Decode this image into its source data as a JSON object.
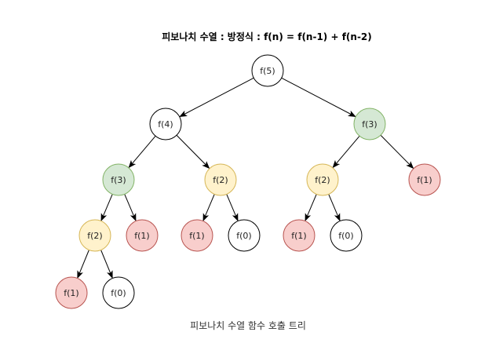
{
  "diagram": {
    "title": "피보나치 수열 :  방정식 : f(n) = f(n-1) + f(n-2)",
    "caption": "피보나치 수열 함수 호출 트리",
    "colors": {
      "white": {
        "fill": "#ffffff",
        "stroke": "#000000"
      },
      "green": {
        "fill": "#d5e8d4",
        "stroke": "#82b366"
      },
      "yellow": {
        "fill": "#fff2cc",
        "stroke": "#d6b656"
      },
      "red": {
        "fill": "#f8cecc",
        "stroke": "#b85450"
      },
      "edge": "#000000"
    },
    "nodes": [
      {
        "id": "n5",
        "label": "f(5)",
        "color": "white"
      },
      {
        "id": "n4",
        "label": "f(4)",
        "color": "white"
      },
      {
        "id": "n3r",
        "label": "f(3)",
        "color": "green"
      },
      {
        "id": "n3l",
        "label": "f(3)",
        "color": "green"
      },
      {
        "id": "n2a",
        "label": "f(2)",
        "color": "yellow"
      },
      {
        "id": "n2b",
        "label": "f(2)",
        "color": "yellow"
      },
      {
        "id": "n1r",
        "label": "f(1)",
        "color": "red"
      },
      {
        "id": "n2c",
        "label": "f(2)",
        "color": "yellow"
      },
      {
        "id": "n1a",
        "label": "f(1)",
        "color": "red"
      },
      {
        "id": "n1b",
        "label": "f(1)",
        "color": "red"
      },
      {
        "id": "n0b",
        "label": "f(0)",
        "color": "white"
      },
      {
        "id": "n1c",
        "label": "f(1)",
        "color": "red"
      },
      {
        "id": "n0c",
        "label": "f(0)",
        "color": "white"
      },
      {
        "id": "n1d",
        "label": "f(1)",
        "color": "red"
      },
      {
        "id": "n0d",
        "label": "f(0)",
        "color": "white"
      }
    ],
    "edges": [
      [
        "n5",
        "n4"
      ],
      [
        "n5",
        "n3r"
      ],
      [
        "n4",
        "n3l"
      ],
      [
        "n4",
        "n2b"
      ],
      [
        "n3r",
        "n2a"
      ],
      [
        "n3r",
        "n1r"
      ],
      [
        "n3l",
        "n2c"
      ],
      [
        "n3l",
        "n1a"
      ],
      [
        "n2b",
        "n1b"
      ],
      [
        "n2b",
        "n0b"
      ],
      [
        "n2a",
        "n1c"
      ],
      [
        "n2a",
        "n0c"
      ],
      [
        "n2c",
        "n1d"
      ],
      [
        "n2c",
        "n0d"
      ]
    ]
  }
}
